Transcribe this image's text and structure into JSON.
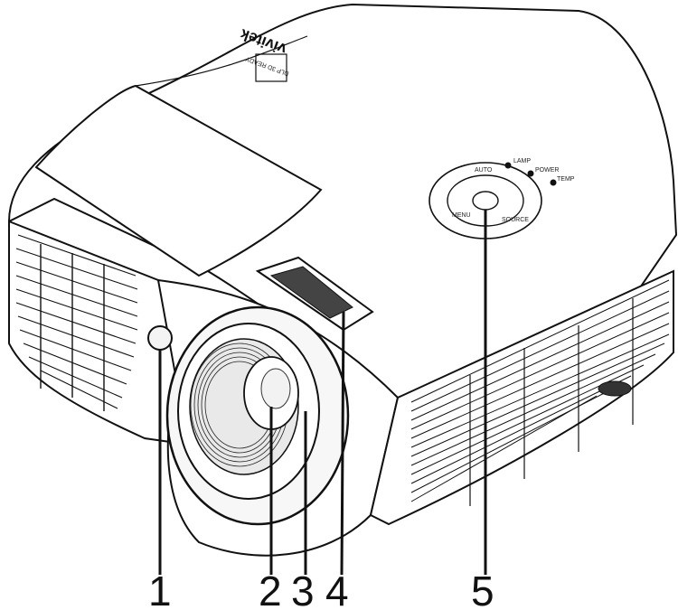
{
  "callouts": [
    {
      "id": "1",
      "label": "1"
    },
    {
      "id": "2",
      "label": "2"
    },
    {
      "id": "3",
      "label": "3"
    },
    {
      "id": "4",
      "label": "4"
    },
    {
      "id": "5",
      "label": "5"
    }
  ],
  "brand": {
    "logo_text": "vivitek",
    "badge_text": "DLP 3D READY"
  },
  "keypad": {
    "auto": "AUTO",
    "menu": "MENU",
    "source": "SOURCE"
  },
  "indicators": {
    "lamp": "LAMP",
    "power": "POWER",
    "temp": "TEMP"
  },
  "colors": {
    "outline": "#111111",
    "body_fill": "#ffffff",
    "shadow": "#e6e6e6"
  }
}
